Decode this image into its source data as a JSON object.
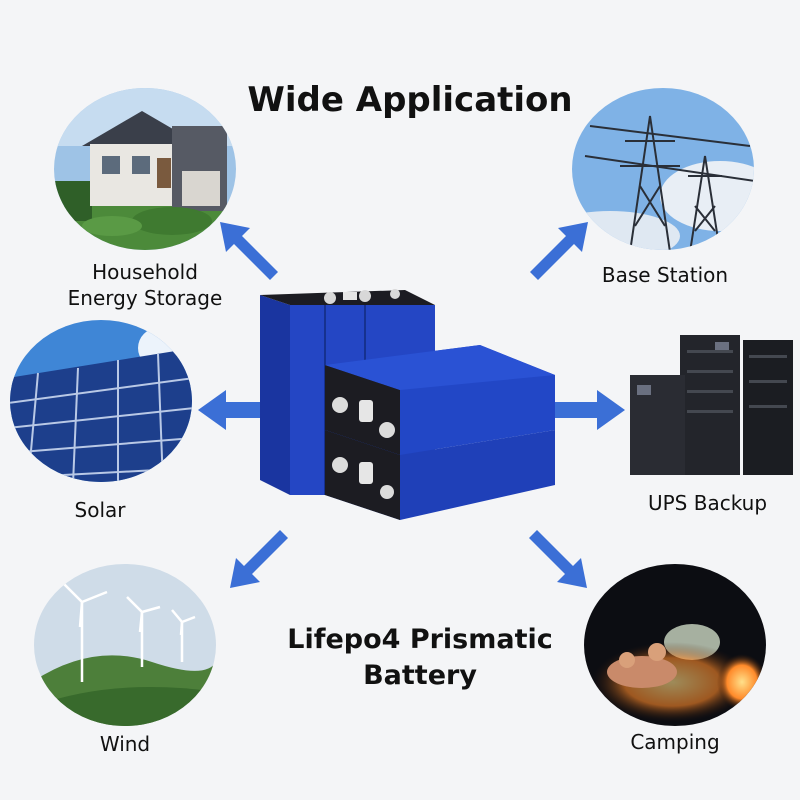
{
  "title": "Wide Application",
  "product": {
    "line1": "Lifepo4 Prismatic",
    "line2": "Battery"
  },
  "applications": {
    "household": {
      "line1": "Household",
      "line2": "Energy Storage"
    },
    "base_station": {
      "label": "Base Station"
    },
    "solar": {
      "label": "Solar"
    },
    "ups": {
      "label": "UPS Backup"
    },
    "wind": {
      "label": "Wind"
    },
    "camping": {
      "label": "Camping"
    }
  },
  "colors": {
    "arrow": "#3b6fd6",
    "battery_blue": "#1f3fb4",
    "battery_dark": "#1c1c22"
  }
}
